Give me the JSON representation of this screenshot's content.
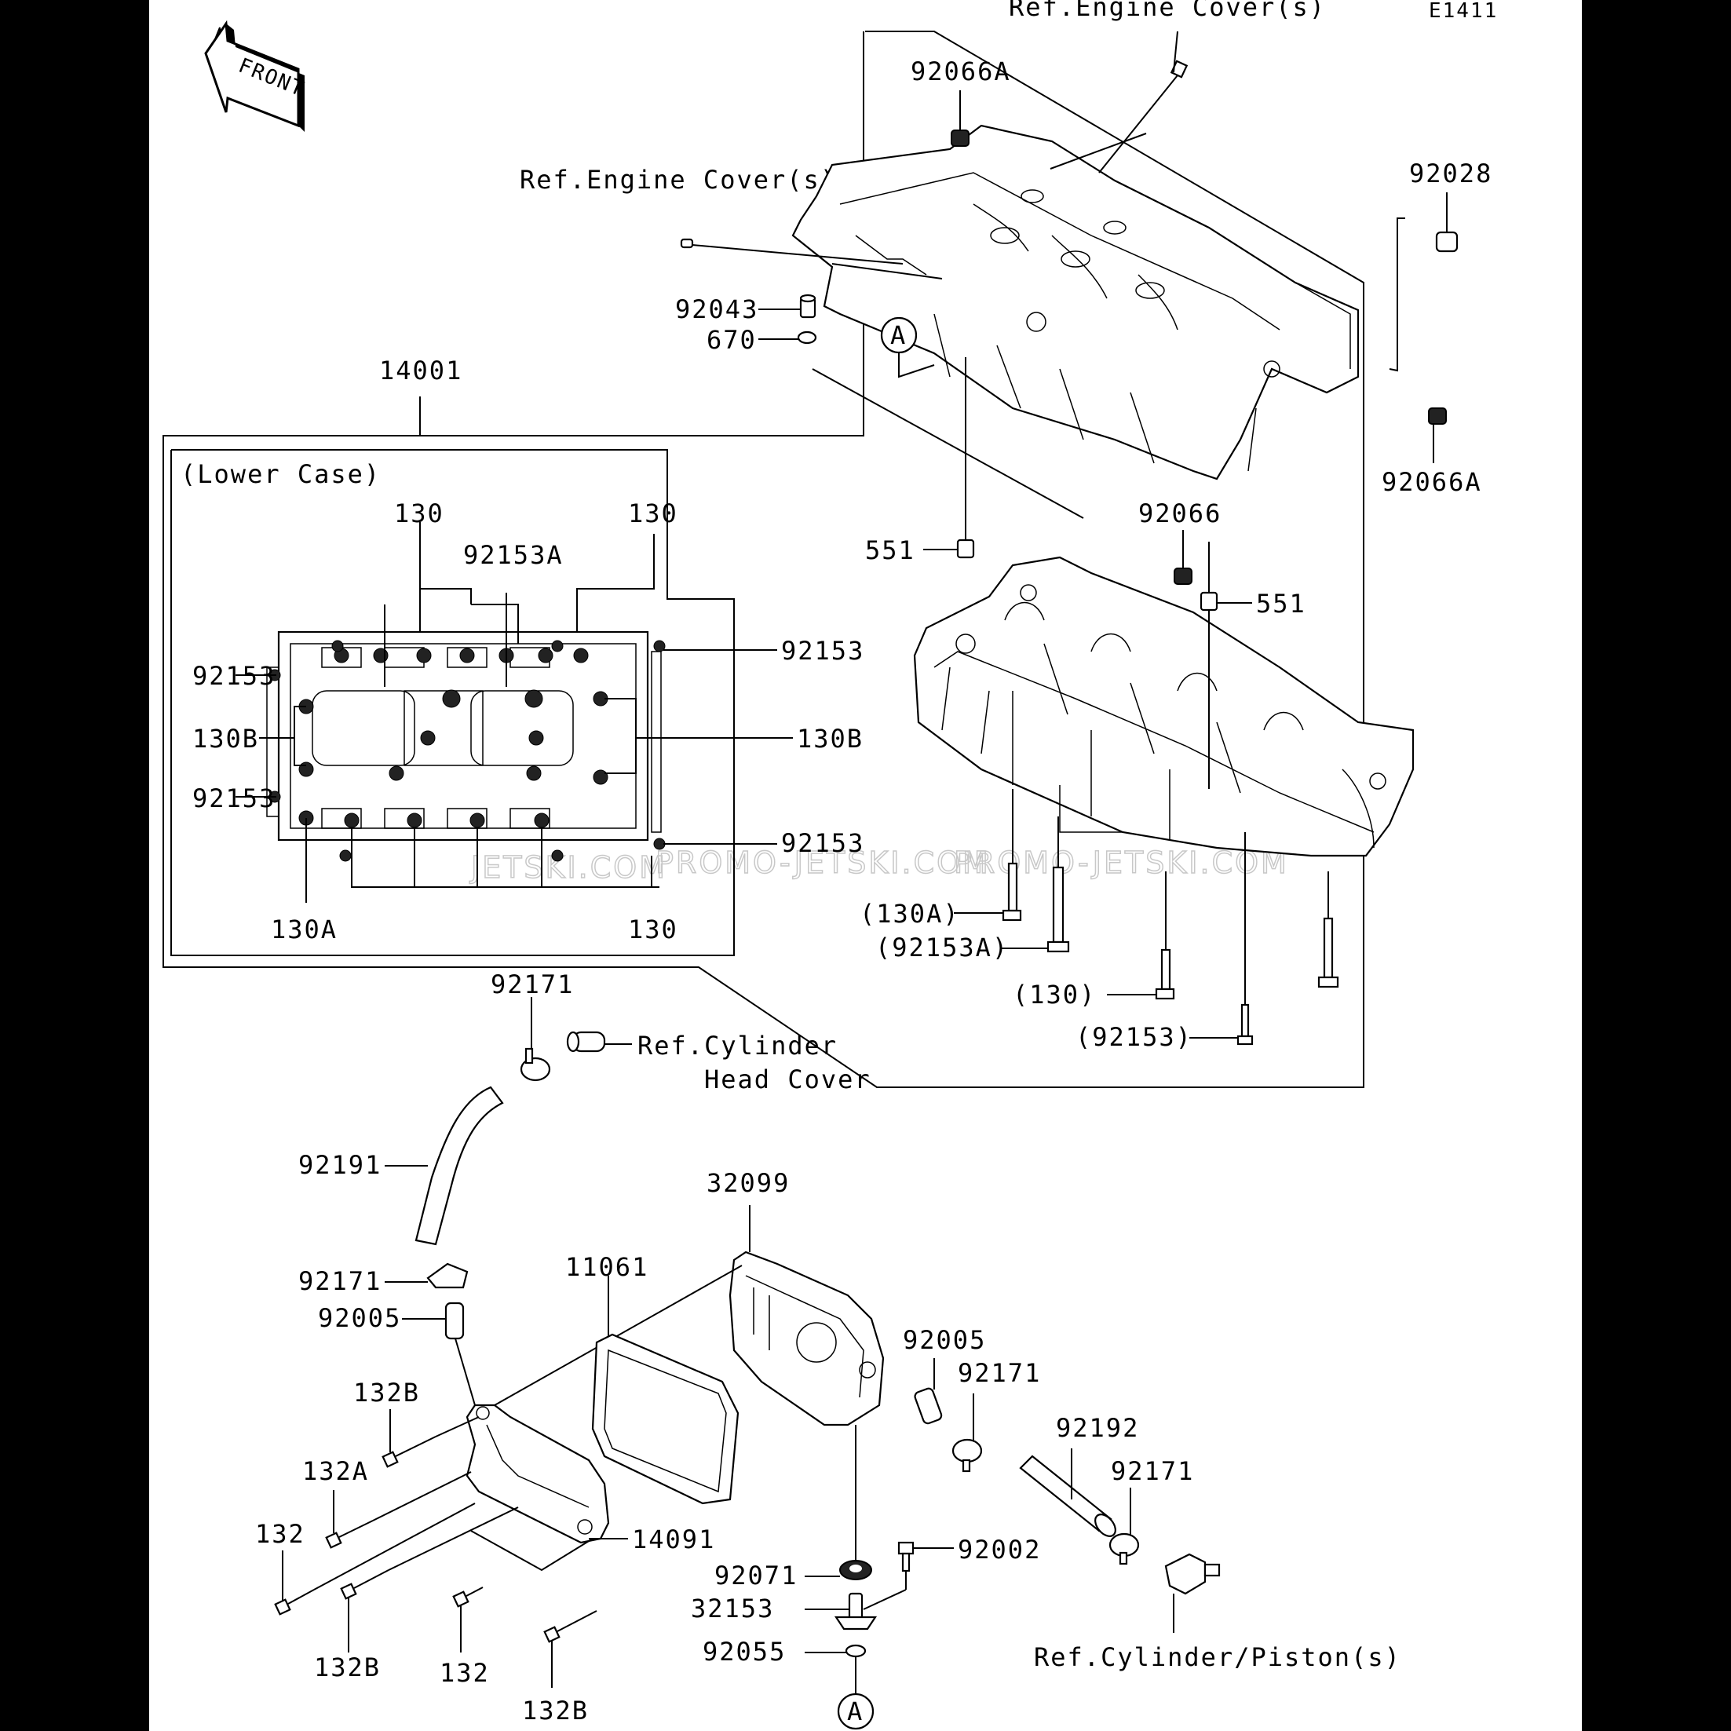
{
  "diagram_code": "E1411",
  "front_arrow": "FRONT",
  "watermark": {
    "text1": "JETSKI.COM",
    "text2": "PROMO-JETSKI.COM",
    "text3": "PROMO-JETSKI.COM"
  },
  "section": {
    "label": "(Lower Case)",
    "assembly_number": "14001"
  },
  "refs": {
    "engine_cover_top": "Ref.Engine Cover(s)",
    "engine_cover_left": "Ref.Engine Cover(s)",
    "cyl_head_cover_1": "Ref.Cylinder",
    "cyl_head_cover_2": "Head Cover",
    "cyl_piston": "Ref.Cylinder/Piston(s)"
  },
  "callouts": {
    "c_92066A_top": "92066A",
    "c_92028": "92028",
    "c_92043": "92043",
    "c_670": "670",
    "c_A_top": "A",
    "c_92066A_right": "92066A",
    "c_92066": "92066",
    "c_551_left": "551",
    "c_551_right": "551",
    "c_130_l": "130",
    "c_130_r": "130",
    "c_92153A": "92153A",
    "c_92153_tr": "92153",
    "c_92153_tl": "92153",
    "c_130B_l": "130B",
    "c_130B_r": "130B",
    "c_92153_bl": "92153",
    "c_92153_br": "92153",
    "c_130A": "130A",
    "c_130_b": "130",
    "c_130A_p": "(130A)",
    "c_92153A_p": "(92153A)",
    "c_130_p": "(130)",
    "c_92153_p": "(92153)",
    "c_92171_a": "92171",
    "c_92191": "92191",
    "c_32099": "32099",
    "c_92171_b": "92171",
    "c_11061": "11061",
    "c_92005_a": "92005",
    "c_132B_a": "132B",
    "c_132A": "132A",
    "c_132_a": "132",
    "c_14091": "14091",
    "c_92005_b": "92005",
    "c_92171_c": "92171",
    "c_92192": "92192",
    "c_92171_d": "92171",
    "c_92002": "92002",
    "c_92071": "92071",
    "c_32153": "32153",
    "c_92055": "92055",
    "c_132B_b": "132B",
    "c_132_b": "132",
    "c_132B_c": "132B",
    "c_A_bottom": "A"
  }
}
